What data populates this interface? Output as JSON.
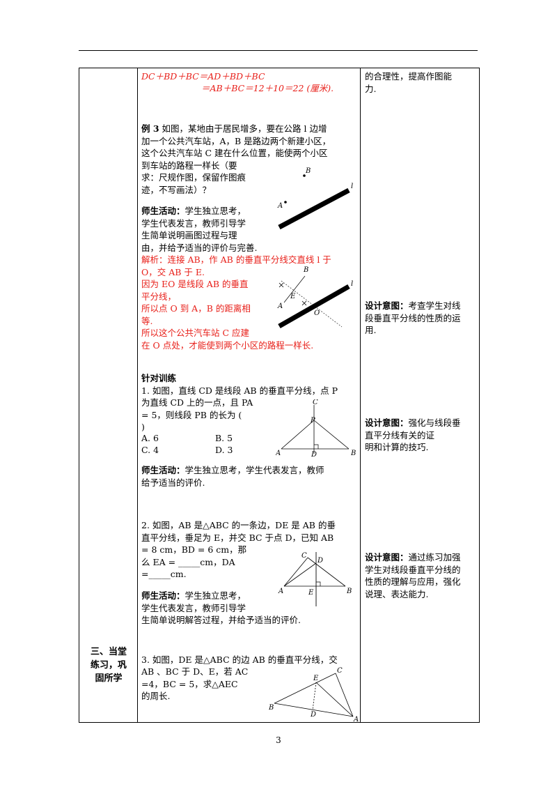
{
  "left_column": {
    "section_label_lines": [
      "三、当堂",
      "练习，巩",
      "固所学"
    ]
  },
  "middle_column": {
    "formula": {
      "line1": "DC＋BD＋BC＝AD＋BD＋BC",
      "line2": "＝AB＋BC＝12＋10＝22 (厘米)."
    },
    "example3": {
      "label": "例 3",
      "lines": [
        "  如图，某地由于居民增多，要在公路 l 边增",
        "加一个公共汽车站，A，B 是路边两个新建小区，",
        "这个公共汽车站 C 建在什么位置，能使两个小区",
        "到车站的路程一样长（要",
        "求：尺规作图，保留作图痕",
        "迹，不写画法）？"
      ],
      "activity_label": "师生活动：",
      "activity_lines": [
        "学生独立思考，",
        "学生代表发言，教师引导学",
        "生简单说明画图过程与理",
        "由，并给予适当的评价与完善."
      ],
      "analysis_lines": [
        "解析：连接 AB，作 AB 的垂直平分线交直线 l 于",
        "O，交  AB 于 E.",
        "因为 EO 是线段 AB 的垂直",
        "平分线，",
        "所以点 O 到 A，B 的距离相",
        "等.",
        "所以这个公共汽车站 C 应建",
        "在 O 点处，才能使到两个小区的路程一样长."
      ]
    },
    "training": {
      "title": "针对训练",
      "q1_lines": [
        "1. 如图，直线 CD 是线段 AB 的垂直平分线，点 P",
        "为直线 CD 上的一点，且 PA",
        "= 5，则线段 PB 的长为 (",
        ")"
      ],
      "q1_options": [
        "A. 6",
        "B. 5",
        "C. 4",
        "D. 3"
      ],
      "q1_activity_label": "师生活动：",
      "q1_activity_lines": [
        "学生独立思考，学生代表发言，教师",
        "给予适当的评价."
      ],
      "q2_lines": [
        "2. 如图，AB 是△ABC 的一条边，DE 是 AB 的垂",
        "直平分线，垂足为 E，并交 BC 于点 D，已知 AB",
        "= 8 cm，BD = 6 cm，那",
        "么 EA = _____cm，DA",
        "=_____cm."
      ],
      "q2_activity_label": "师生活动：",
      "q2_activity_lines": [
        "学生独立思考，",
        "学生代表发言，教师引导学",
        "生简单说明解答过程，并给予适当的评价."
      ],
      "q3_lines": [
        "3. 如图，DE 是△ABC 的边 AB 的垂直平分线，交",
        "AB 、BC 于 D、E，若 AC",
        "=4，BC = 5，求△AEC",
        "的周长."
      ]
    },
    "figure_labels": {
      "fig1": {
        "B": "B",
        "A": "A",
        "l": "l"
      },
      "fig2": {
        "B": "B",
        "A": "A",
        "E": "E",
        "O": "O",
        "l": "l"
      },
      "fig3": {
        "C": "C",
        "P": "P",
        "A": "A",
        "D": "D",
        "B": "B"
      },
      "fig4": {
        "C": "C",
        "D": "D",
        "A": "A",
        "E": "E",
        "B": "B"
      },
      "fig5": {
        "E": "E",
        "C": "C",
        "B": "B",
        "D": "D",
        "A": "A"
      }
    }
  },
  "right_column": {
    "top_lines": [
      "的合理性，提高作图能",
      "力."
    ],
    "design1_label": "设计意图：",
    "design1_lines": [
      "考查学生对线",
      "段垂直平分线的性质的运",
      "用."
    ],
    "design2_label": "设计意图：",
    "design2_lines": [
      "强化与线段垂",
      "直平分线有关的证",
      "明和计算的技巧."
    ],
    "design3_label": "设计意图：",
    "design3_lines": [
      "通过练习加强",
      "学生对线段垂直平分线的",
      "性质的理解与应用，强化",
      "说理、表达能力."
    ]
  },
  "page_number": "3"
}
